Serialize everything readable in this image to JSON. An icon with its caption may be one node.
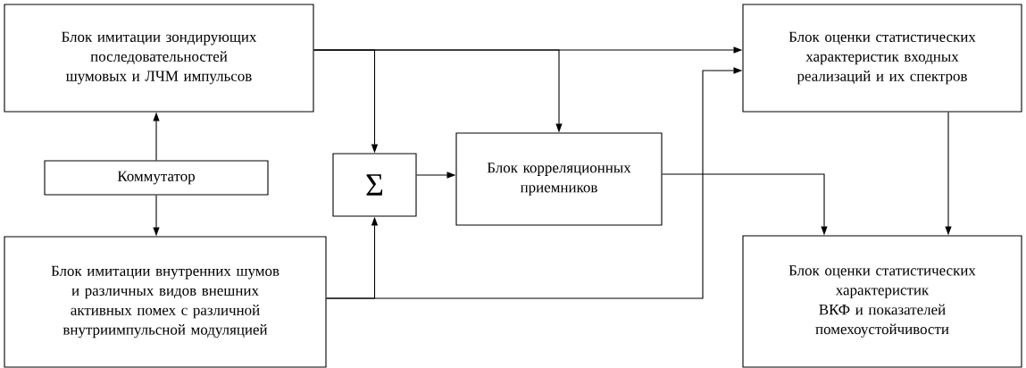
{
  "diagram": {
    "nodes": [
      {
        "text": [
          "Блок  имитации зондирующих последовательностей шумовых и ЛЧМ импульсов"
        ]
      },
      {
        "text": [
          "Коммутатор"
        ]
      },
      {
        "text": [
          "Блок  имитации внутренних шумов и различных видов внешних активных помех с различной внутриимпульсной модуляцией"
        ]
      },
      {
        "text": [
          "Σ"
        ]
      },
      {
        "text": [
          "Блок корреляционных приемников"
        ]
      },
      {
        "text": [
          "Блок оценки статистических характеристик входных реализаций и их спектров"
        ]
      },
      {
        "text": [
          "Блок оценки статистических характеристик ВКФ и показателей помехоустойчивости"
        ]
      }
    ],
    "edges": [
      {
        "from": 0,
        "to": 5,
        "arrow": "to"
      },
      {
        "from": 0,
        "to": 3,
        "arrow": "to"
      },
      {
        "from": 0,
        "to": 4,
        "arrow": "to"
      },
      {
        "from": 1,
        "to": 0,
        "arrow": "to"
      },
      {
        "from": 1,
        "to": 2,
        "arrow": "to"
      },
      {
        "from": 3,
        "to": 4,
        "arrow": "to"
      },
      {
        "from": 2,
        "to": 3,
        "arrow": "to"
      },
      {
        "from": 2,
        "to": 5,
        "arrow": "to"
      },
      {
        "from": 4,
        "to": 6,
        "arrow": "to"
      },
      {
        "from": 5,
        "to": 6,
        "arrow": "to"
      }
    ]
  }
}
